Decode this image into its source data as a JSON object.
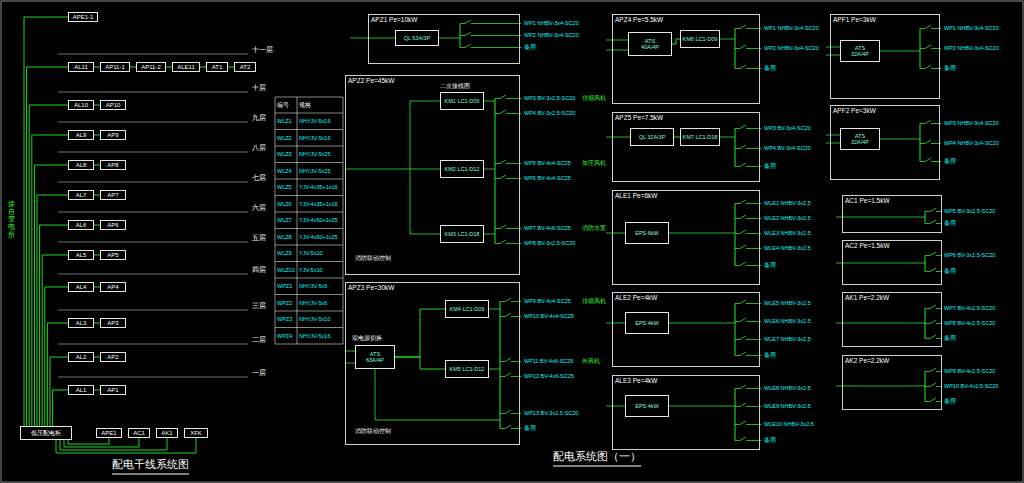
{
  "diagram": {
    "title": "配电干线系统图",
    "caption": "配电系统图（一）",
    "nodes": [
      {
        "text": [
          "APE1-1"
        ]
      },
      {
        "text": [
          "AL11"
        ]
      },
      {
        "text": [
          "AP11-1"
        ]
      },
      {
        "text": [
          "AP11-2"
        ]
      },
      {
        "text": [
          "ALE11"
        ]
      },
      {
        "text": [
          "AT1"
        ]
      },
      {
        "text": [
          "AT2"
        ]
      },
      {
        "text": [
          "AL10"
        ]
      },
      {
        "text": [
          "AP10"
        ]
      },
      {
        "text": [
          "AL9"
        ]
      },
      {
        "text": [
          "AP9"
        ]
      },
      {
        "text": [
          "AL8"
        ]
      },
      {
        "text": [
          "AP8"
        ]
      },
      {
        "text": [
          "AL7"
        ]
      },
      {
        "text": [
          "AP7"
        ]
      },
      {
        "text": [
          "AL6"
        ]
      },
      {
        "text": [
          "AP6"
        ]
      },
      {
        "text": [
          "AL5"
        ]
      },
      {
        "text": [
          "AP5"
        ]
      },
      {
        "text": [
          "AL4"
        ]
      },
      {
        "text": [
          "AP4"
        ]
      },
      {
        "text": [
          "AL3"
        ]
      },
      {
        "text": [
          "AP3"
        ]
      },
      {
        "text": [
          "AL2"
        ]
      },
      {
        "text": [
          "AP2"
        ]
      },
      {
        "text": [
          "AL1"
        ]
      },
      {
        "text": [
          "AP1"
        ]
      },
      {
        "text": [
          "低压配电柜"
        ]
      },
      {
        "text": [
          "APE1"
        ]
      },
      {
        "text": [
          "AC1"
        ]
      },
      {
        "text": [
          "AK1"
        ]
      },
      {
        "text": [
          "XFK"
        ]
      },
      {
        "text": [
          "APZ1 Pe=10kW"
        ]
      },
      {
        "text": [
          "QL 63A/3P"
        ],
        "in": 32
      },
      {
        "text": [
          "APZ2 Pe=45kW"
        ]
      },
      {
        "text": [
          "KM1 LC1-D09"
        ],
        "in": 34
      },
      {
        "text": [
          "KM2 LC1-D12"
        ],
        "in": 34
      },
      {
        "text": [
          "KM3 LC1-D18"
        ],
        "in": 34
      },
      {
        "text": [
          "APZ3 Pe=30kW"
        ]
      },
      {
        "text": [
          "ATS",
          "63A/4P"
        ],
        "in": 38
      },
      {
        "text": [
          "KM4 LC1-D09"
        ],
        "in": 38
      },
      {
        "text": [
          "KM5 LC1-D12"
        ],
        "in": 38
      },
      {
        "text": [
          "APZ4 Pe=5.5kW"
        ]
      },
      {
        "text": [
          "ATS",
          "40A/4P"
        ],
        "in": 42
      },
      {
        "text": [
          "KM6 LC1-D09"
        ],
        "in": 42
      },
      {
        "text": [
          "APZ5 Pe=7.5kW"
        ]
      },
      {
        "text": [
          "QL 32A/3P"
        ],
        "in": 45
      },
      {
        "text": [
          "KM7 LC1-D18"
        ],
        "in": 45
      },
      {
        "text": [
          "ALE1 Pe=6kW"
        ]
      },
      {
        "text": [
          "EPS 6kW"
        ],
        "in": 48
      },
      {
        "text": [
          "ALE2 Pe=4kW"
        ]
      },
      {
        "text": [
          "EPS 4kW"
        ],
        "in": 50
      },
      {
        "text": [
          "ALE3 Pe=4kW"
        ]
      },
      {
        "text": [
          "EPS 4kW"
        ],
        "in": 52
      },
      {
        "text": [
          "APF1 Pe=3kW"
        ]
      },
      {
        "text": [
          "ATS",
          "32A/4P"
        ],
        "in": 54
      },
      {
        "text": [
          "APF2 Pe=3kW"
        ]
      },
      {
        "text": [
          "ATS",
          "32A/4P"
        ],
        "in": 56
      },
      {
        "text": [
          "AC1 Pe=1.5kW"
        ]
      },
      {
        "text": [
          "AC2 Pe=1.5kW"
        ]
      },
      {
        "text": [
          "AK1 Pe=2.2kW"
        ]
      },
      {
        "text": [
          "AK2 Pe=2.2kW"
        ]
      }
    ],
    "edges": [
      {
        "from": 27,
        "to": 0,
        "arrow": "none"
      },
      {
        "from": 27,
        "to": 1,
        "arrow": "none"
      },
      {
        "from": 27,
        "to": 7,
        "arrow": "none"
      },
      {
        "from": 27,
        "to": 9,
        "arrow": "none"
      },
      {
        "from": 27,
        "to": 11,
        "arrow": "none"
      },
      {
        "from": 27,
        "to": 13,
        "arrow": "none"
      },
      {
        "from": 27,
        "to": 15,
        "arrow": "none"
      },
      {
        "from": 27,
        "to": 17,
        "arrow": "none"
      },
      {
        "from": 27,
        "to": 19,
        "arrow": "none"
      },
      {
        "from": 27,
        "to": 21,
        "arrow": "none"
      },
      {
        "from": 27,
        "to": 23,
        "arrow": "none"
      },
      {
        "from": 27,
        "to": 25,
        "arrow": "none"
      },
      {
        "from": 1,
        "to": 2,
        "arrow": "none"
      },
      {
        "from": 2,
        "to": 3,
        "arrow": "none"
      },
      {
        "from": 3,
        "to": 4,
        "arrow": "none"
      },
      {
        "from": 4,
        "to": 5,
        "arrow": "none"
      },
      {
        "from": 5,
        "to": 6,
        "arrow": "none"
      },
      {
        "from": 7,
        "to": 8,
        "arrow": "none"
      },
      {
        "from": 9,
        "to": 10,
        "arrow": "none"
      },
      {
        "from": 11,
        "to": 12,
        "arrow": "none"
      },
      {
        "from": 13,
        "to": 14,
        "arrow": "none"
      },
      {
        "from": 15,
        "to": 16,
        "arrow": "none"
      },
      {
        "from": 17,
        "to": 18,
        "arrow": "none"
      },
      {
        "from": 19,
        "to": 20,
        "arrow": "none"
      },
      {
        "from": 21,
        "to": 22,
        "arrow": "none"
      },
      {
        "from": 23,
        "to": 24,
        "arrow": "none"
      },
      {
        "from": 25,
        "to": 26,
        "arrow": "none"
      },
      {
        "from": 27,
        "to": 28,
        "arrow": "none"
      },
      {
        "from": 27,
        "to": 29,
        "arrow": "none"
      },
      {
        "from": 27,
        "to": 30,
        "arrow": "none"
      },
      {
        "from": 27,
        "to": 31,
        "arrow": "none"
      },
      {
        "from": 39,
        "to": 40,
        "arrow": "none"
      },
      {
        "from": 39,
        "to": 41,
        "arrow": "none"
      },
      {
        "from": 43,
        "to": 44,
        "arrow": "none"
      },
      {
        "from": 46,
        "to": 47,
        "arrow": "none"
      }
    ],
    "labels": [
      "接自变电所",
      "十一层",
      "十层",
      "九层",
      "八层",
      "七层",
      "六层",
      "五层",
      "四层",
      "三层",
      "二层",
      "一层",
      "编号",
      "规格",
      "WLZ1",
      "NHYJV-5x16",
      "WLZ2",
      "NHYJV-5x16",
      "WLZ3",
      "NHYJV-5x25",
      "WLZ4",
      "NHYJV-5x25",
      "WLZ5",
      "YJV-4x35+1x16",
      "WLZ6",
      "YJV-4x35+1x16",
      "WLZ7",
      "YJV-4x50+1x25",
      "WLZ8",
      "YJV-4x50+1x25",
      "WLZ9",
      "YJV-5x10",
      "WLZ10",
      "YJV-5x10",
      "WPZ1",
      "NHYJV-5x6",
      "WPZ2",
      "NHYJV-5x6",
      "WPZ3",
      "NHYJV-5x10",
      "WPZ4",
      "NHYJV-5x16",
      "WP1 NHBV-3x4-SC20",
      "WP2 NHBV-3x4-SC20",
      "备用",
      "WP3 BV-3x2.5-SC20",
      "WP4 BV-3x2.5-SC20",
      "WP5 BV-4x4-SC25",
      "WP6 BV-4x4-SC25",
      "WP7 BV-4x6-SC25",
      "WP8 BV-3x2.5-SC20",
      "排烟风机",
      "加压风机",
      "消防水泵",
      "消防联动控制",
      "二次接线图",
      "WP9 BV-4x4-SC25",
      "WP10 BV-4x4-SC25",
      "WP11 BV-4x6-SC25",
      "WP12 BV-4x6-SC25",
      "WP13 BV-3x2.5-SC20",
      "备用",
      "排烟风机",
      "补风机",
      "双电源切换",
      "消防联动控制",
      "WP1 NHBV-3x4-SC20",
      "WP2 NHBV-3x4-SC20",
      "备用",
      "WP3 BV-3x4-SC20",
      "WP4 BV-3x4-SC20",
      "备用",
      "WLE1 NHBV-3x2.5",
      "WLE2 NHBV-3x2.5",
      "WLE3 NHBV-3x2.5",
      "WLE4 NHBV-3x2.5",
      "备用",
      "WLE5 NHBV-3x2.5",
      "WLE6 NHBV-3x2.5",
      "WLE7 NHBV-3x2.5",
      "备用",
      "WLE8 NHBV-3x2.5",
      "WLE9 NHBV-3x2.5",
      "WLE10 NHBV-3x2.5",
      "备用",
      "WP1 NHBV-3x4-SC20",
      "WP2 NHBV-3x4-SC20",
      "备用",
      "WP3 NHBV-3x4-SC20",
      "WP4 NHBV-3x4-SC20",
      "备用",
      "WP5 BV-3x2.5-SC20",
      "备用",
      "WP6 BV-3x2.5-SC20",
      "备用",
      "WP7 BV-4x2.5-SC20",
      "WP8 BV-4x2.5-SC20",
      "备用",
      "WP9 BV-4x2.5-SC20",
      "WP10 BV-4x2.5-SC20",
      "备用"
    ]
  }
}
